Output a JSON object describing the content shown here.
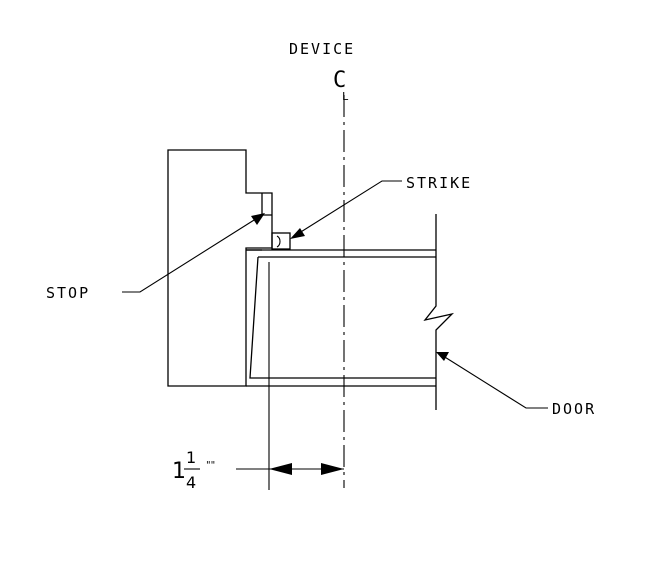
{
  "labels": {
    "device": "DEVICE",
    "centerline": "C",
    "centerline_sub": "L",
    "strike": "STRIKE",
    "stop": "STOP",
    "door": "DOOR"
  },
  "dimension": {
    "whole": "1",
    "numerator": "1",
    "denominator": "4",
    "unit_mark": "\"\""
  }
}
